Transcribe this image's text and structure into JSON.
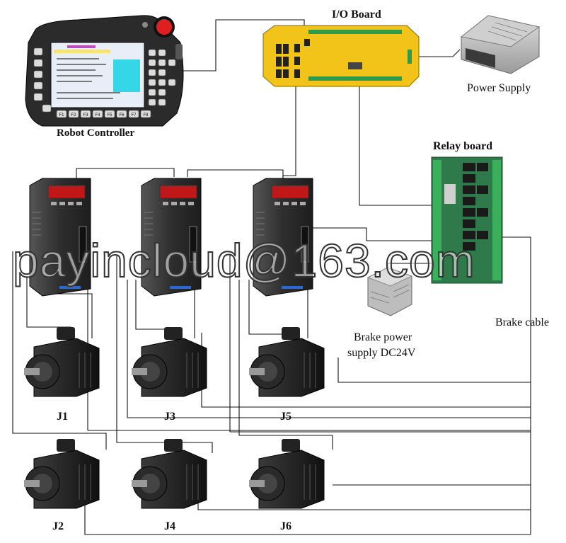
{
  "labels": {
    "io_board": "I/O Board",
    "power_supply": "Power Supply",
    "relay_board": "Relay board",
    "robot_controller": "Robot Controller",
    "brake_power_line1": "Brake power",
    "brake_power_line2": "supply DC24V",
    "brake_cable": "Brake cable",
    "watermark": "payincloud@163.com"
  },
  "joints": [
    "J1",
    "J2",
    "J3",
    "J4",
    "J5",
    "J6"
  ],
  "pendant": {
    "function_keys": [
      "F1",
      "F2",
      "F3",
      "F4",
      "F5",
      "F6",
      "F7",
      "F8"
    ]
  },
  "colors": {
    "io_board": "#f2c318",
    "relay_pcb": "#2f7a4a",
    "terminal_green": "#3bb05a",
    "relay_black": "#1a1a1a",
    "drive_gray": "#3a3a3a",
    "drive_display": "#c01818",
    "motor_black": "#1c1c1c",
    "estop_red": "#e02020",
    "pendant_screen": "#e8eef8",
    "pendant_body": "#2b2b2b",
    "wire": "#111111"
  }
}
